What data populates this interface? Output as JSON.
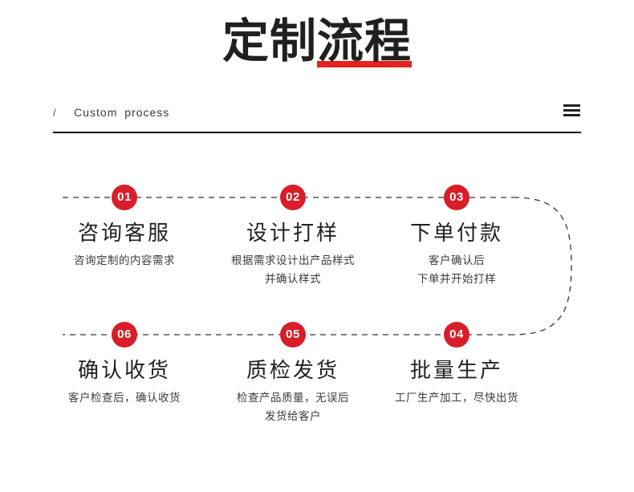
{
  "header": {
    "title_main": "定制",
    "title_highlight": "流程",
    "slash": "/",
    "subtitle_en": "Custom  process",
    "menu_icon": "hamburger-menu-icon",
    "accent_color": "#e2231f"
  },
  "theme": {
    "badge_color": "#d81e28",
    "text_color": "#231f20",
    "background": "#ffffff",
    "dashed_line_color": "#333333"
  },
  "flow": {
    "steps": [
      {
        "number": "01",
        "title": "咨询客服",
        "desc_lines": [
          "咨询定制的内容需求"
        ]
      },
      {
        "number": "02",
        "title": "设计打样",
        "desc_lines": [
          "根据需求设计出产品样式",
          "并确认样式"
        ]
      },
      {
        "number": "03",
        "title": "下单付款",
        "desc_lines": [
          "客户确认后",
          "下单并开始打样"
        ]
      },
      {
        "number": "04",
        "title": "批量生产",
        "desc_lines": [
          "工厂生产加工，尽快出货"
        ]
      },
      {
        "number": "05",
        "title": "质检发货",
        "desc_lines": [
          "检查产品质量，无误后",
          "发货给客户"
        ]
      },
      {
        "number": "06",
        "title": "确认收货",
        "desc_lines": [
          "客户检查后，确认收货"
        ]
      }
    ]
  }
}
